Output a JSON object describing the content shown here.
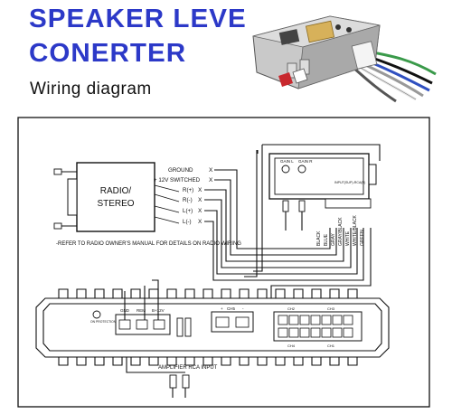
{
  "header": {
    "title_line1": "SPEAKER LEVE",
    "title_line2": "CONERTER",
    "subtitle": "Wiring diagram"
  },
  "radio": {
    "label_line1": "RADIO/",
    "label_line2": "STEREO",
    "outputs": [
      "GROUND",
      "+ 12V SWITCHED",
      "R(+)",
      "R(-)",
      "L(+)",
      "L(-)"
    ],
    "x_mark": "X",
    "note": "-REFER TO RADIO OWNER'S MANUAL FOR DETAILS ON RADIO WIRING"
  },
  "converter": {
    "gain_left": "GAIN L",
    "gain_right": "GAIN R",
    "input_label": "INPUT(SUP)-RCA(R)",
    "wire_colors": [
      "BLACK",
      "BLUE",
      "GRAY",
      "GRAY/BLACK",
      "WHITE",
      "WHITE/BLACK",
      "GREEN"
    ]
  },
  "amplifier": {
    "protection": "ON PROTECTION",
    "terminals": [
      "GND",
      "REM",
      "B+12V"
    ],
    "ch5": "CH5",
    "ch2": "CH2",
    "ch3": "CH3",
    "ch4": "CH4",
    "ch1": "CH1",
    "rca_label": "AMPLIFIER RCA INPUT",
    "plus": "+",
    "minus": "-"
  },
  "colors": {
    "title": "#2c39c8",
    "device_body": "#b9b9b9",
    "rca_red": "#c8282e",
    "wire_white": "#f2f2f2",
    "wire_blue": "#3050c0",
    "wire_green": "#3a9a4a"
  }
}
